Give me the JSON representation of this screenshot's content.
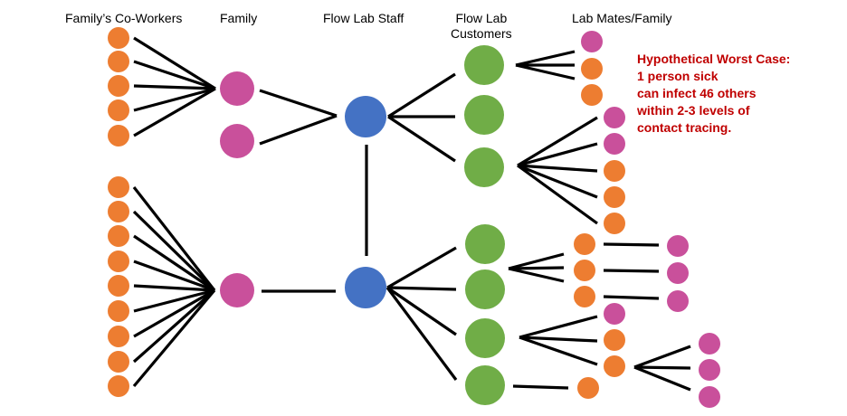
{
  "headers": {
    "coworkers": "Family’s Co-Workers",
    "family": "Family",
    "staff": "Flow Lab Staff",
    "customers_line1": "Flow Lab",
    "customers_line2": "Customers",
    "labmates": "Lab Mates/Family"
  },
  "note": {
    "line1": "Hypothetical Worst Case:",
    "line2": "1 person sick",
    "line3": "can infect 46 others",
    "line4": "within 2-3 levels of",
    "line5": "contact tracing."
  },
  "colors": {
    "staff": "#4472c4",
    "customer": "#70ad47",
    "family": "#c9509b",
    "coworker": "#ed7d31",
    "note": "#c00000",
    "edge": "#000000"
  }
}
